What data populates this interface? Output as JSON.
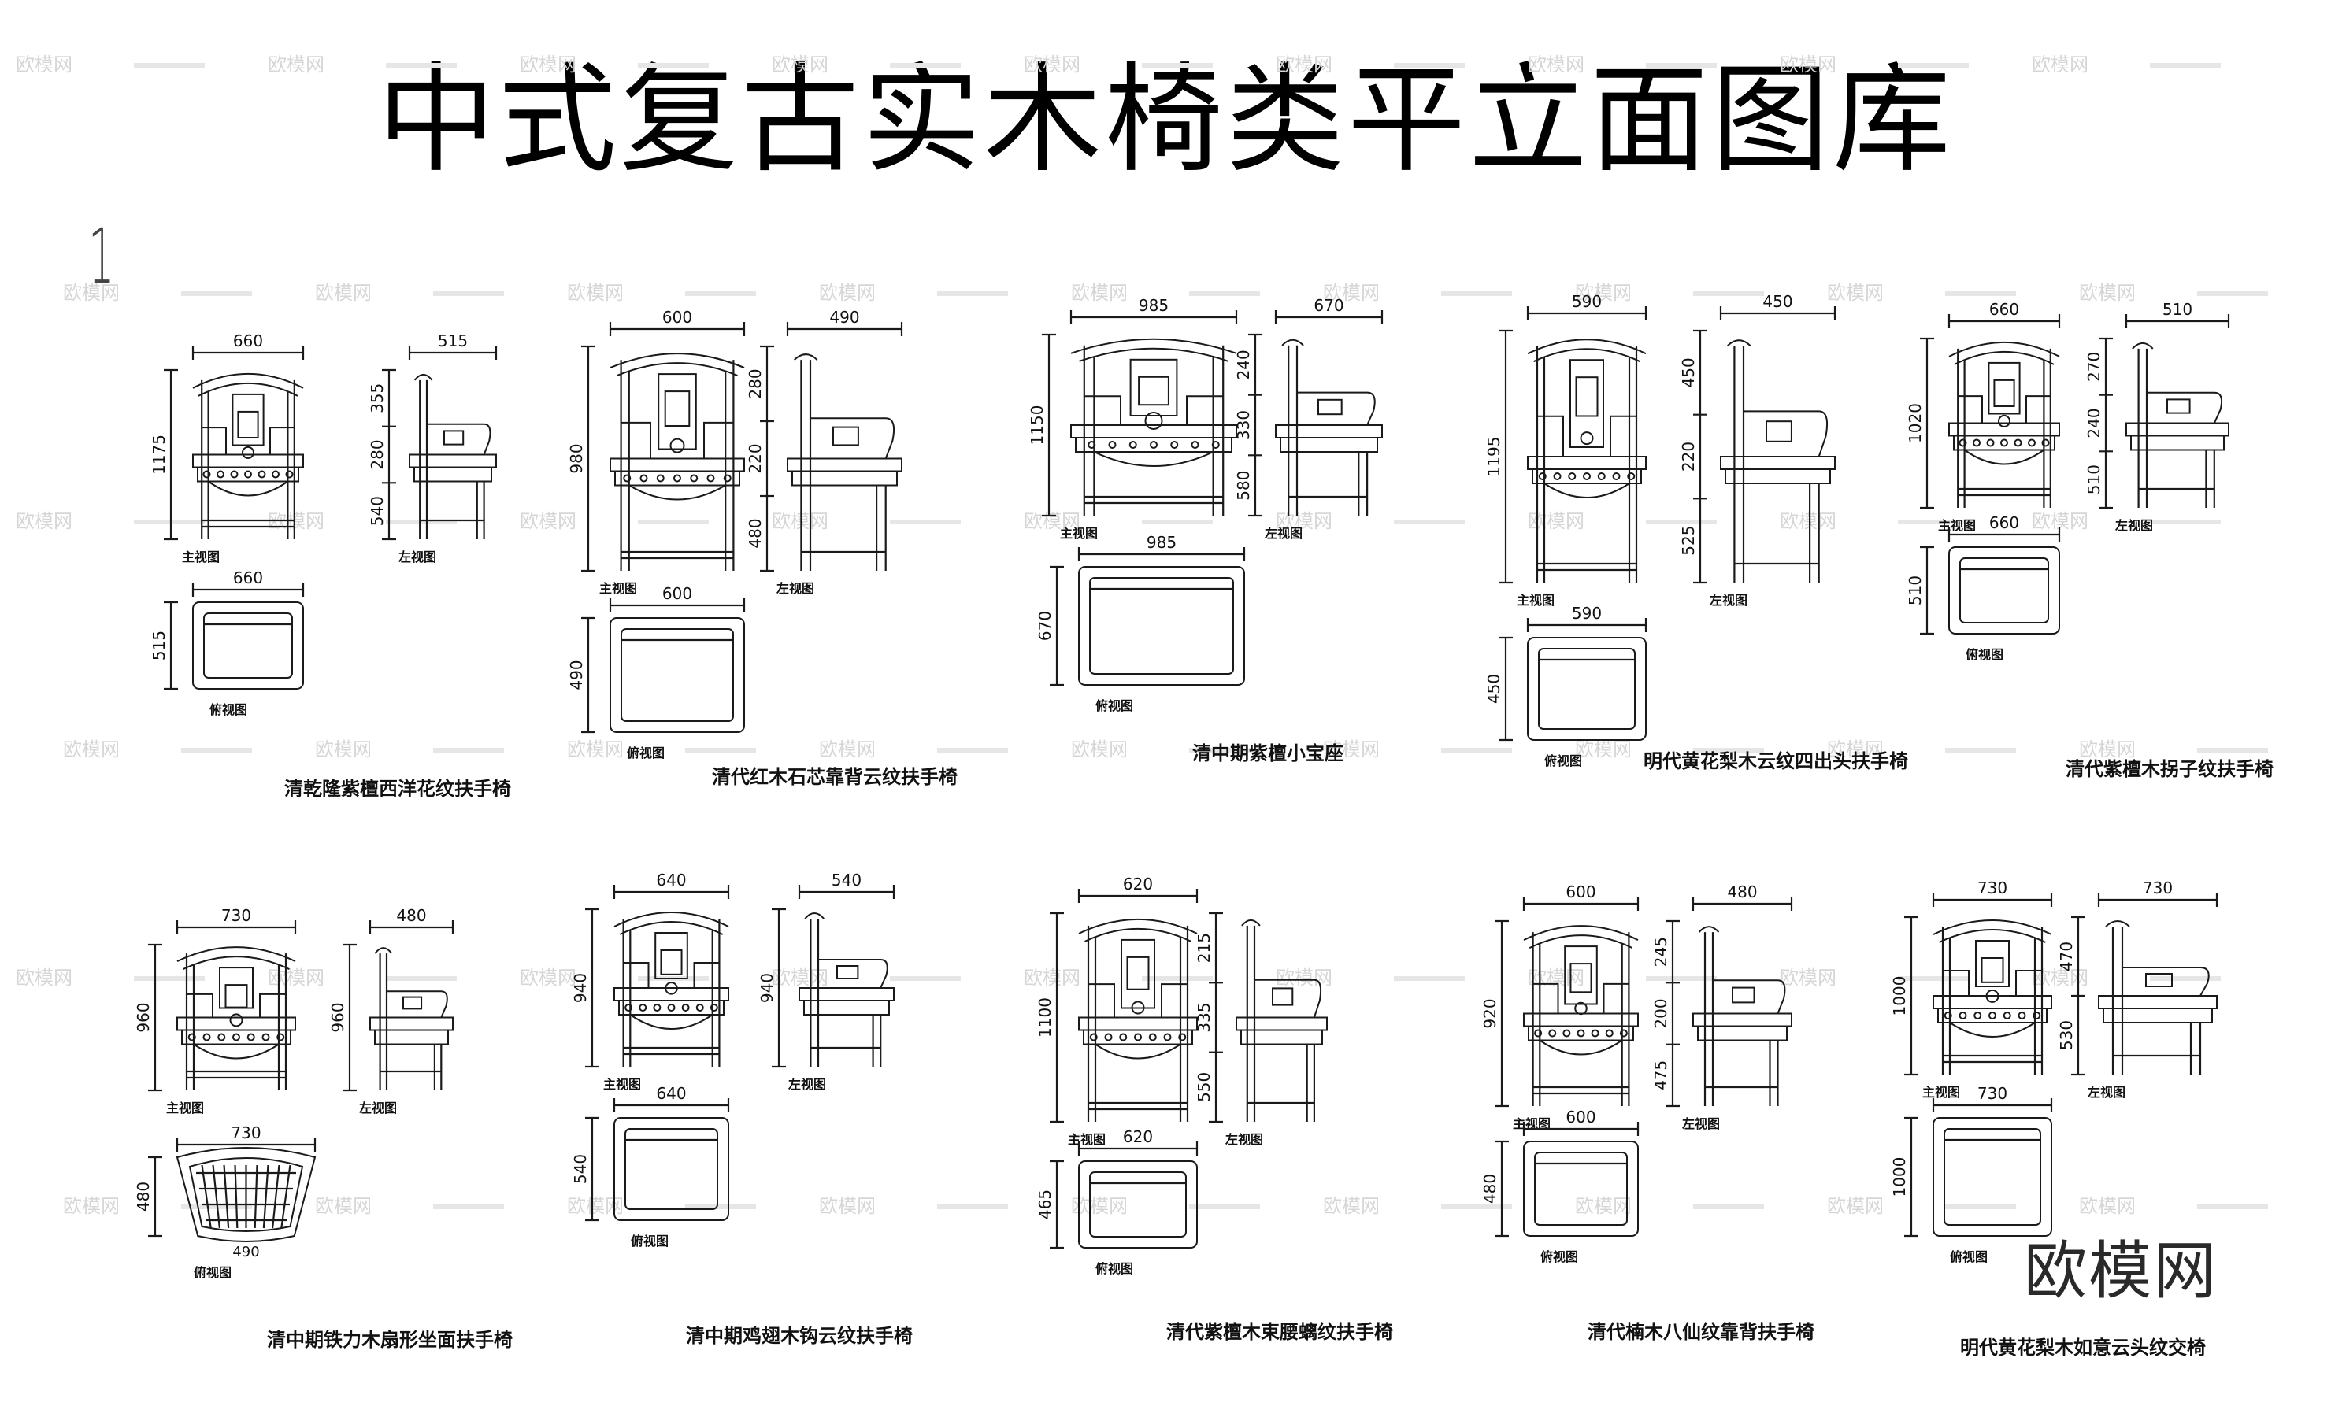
{
  "title": "中式复古实木椅类平立面图库",
  "sheet_number": "1",
  "view_labels": {
    "front": "主视图",
    "side": "左视图",
    "top": "俯视图"
  },
  "watermark": "欧模网",
  "brand": "欧模网",
  "chairs": [
    {
      "name": "清乾隆紫檀西洋花纹扶手椅",
      "front": {
        "width": "660",
        "heights": [
          "1175"
        ]
      },
      "side": {
        "width": "515",
        "heights": [
          "355",
          "280",
          "540"
        ]
      },
      "top": {
        "width": "660",
        "depth": "515"
      }
    },
    {
      "name": "清代红木石芯靠背云纹扶手椅",
      "front": {
        "width": "600",
        "heights": [
          "980"
        ]
      },
      "side": {
        "width": "490",
        "heights": [
          "280",
          "220",
          "480"
        ]
      },
      "top": {
        "width": "600",
        "depth": "490"
      }
    },
    {
      "name": "清中期紫檀小宝座",
      "front": {
        "width": "985",
        "heights": [
          "1150"
        ]
      },
      "side": {
        "width": "670",
        "heights": [
          "240",
          "330",
          "580"
        ]
      },
      "top": {
        "width": "985",
        "depth": "670"
      }
    },
    {
      "name": "明代黄花梨木云纹四出头扶手椅",
      "front": {
        "width": "590",
        "heights": [
          "1195"
        ]
      },
      "side": {
        "width": "450",
        "heights": [
          "450",
          "220",
          "525"
        ]
      },
      "top": {
        "width": "590",
        "depth": "450"
      }
    },
    {
      "name": "清代紫檀木拐子纹扶手椅",
      "front": {
        "width": "660",
        "heights": [
          "1020"
        ]
      },
      "side": {
        "width": "510",
        "heights": [
          "270",
          "240",
          "510"
        ]
      },
      "top": {
        "width": "660",
        "depth": "510"
      }
    },
    {
      "name": "清中期铁力木扇形坐面扶手椅",
      "front": {
        "width": "730",
        "heights": [
          "960"
        ]
      },
      "side": {
        "width": "480",
        "heights": [
          "960"
        ]
      },
      "top": {
        "width": "730",
        "depth": "480",
        "bottom": "490"
      }
    },
    {
      "name": "清中期鸡翅木钩云纹扶手椅",
      "front": {
        "width": "640",
        "heights": [
          "940"
        ]
      },
      "side": {
        "width": "540",
        "heights": [
          "940"
        ]
      },
      "top": {
        "width": "640",
        "depth": "540"
      }
    },
    {
      "name": "清代紫檀木束腰螭纹扶手椅",
      "front": {
        "width": "620",
        "heights": [
          "1100"
        ]
      },
      "side": {
        "width": "",
        "heights": [
          "215",
          "335",
          "550"
        ]
      },
      "top": {
        "width": "620",
        "depth": "465"
      }
    },
    {
      "name": "清代楠木八仙纹靠背扶手椅",
      "front": {
        "width": "600",
        "heights": [
          "920"
        ]
      },
      "side": {
        "width": "480",
        "heights": [
          "245",
          "200",
          "475"
        ]
      },
      "top": {
        "width": "600",
        "depth": "480"
      }
    },
    {
      "name": "明代黄花梨木如意云头纹交椅",
      "front": {
        "width": "730",
        "heights": [
          "1000"
        ]
      },
      "side": {
        "width": "730",
        "heights": [
          "470",
          "530"
        ]
      },
      "top": {
        "width": "730",
        "depth": "1000"
      }
    }
  ]
}
